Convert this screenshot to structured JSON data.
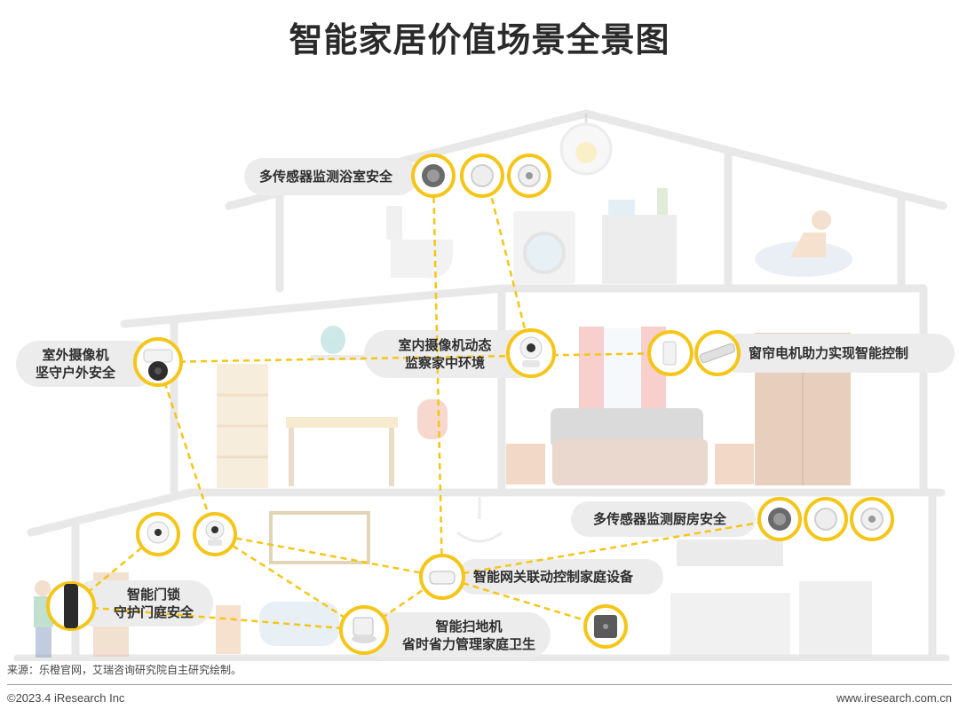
{
  "title": "智能家居价值场景全景图",
  "devices": {
    "bathroom_sensors": "多传感器监测浴室安全",
    "outdoor_camera": [
      "室外摄像机",
      "坚守户外安全"
    ],
    "indoor_camera": [
      "室内摄像机动态",
      "监察家中环境"
    ],
    "curtain_motor": "窗帘电机助力实现智能控制",
    "kitchen_sensors": "多传感器监测厨房安全",
    "gateway": "智能网关联动控制家庭设备",
    "door_lock": [
      "智能门锁",
      "守护门庭安全"
    ],
    "robot_vacuum": [
      "智能扫地机",
      "省时省力管理家庭卫生"
    ]
  },
  "colors": {
    "accent": "#f5c518",
    "house_line": "#e6e6e6",
    "pill": "#ececec"
  },
  "footer": {
    "source": "来源：乐橙官网，艾瑞咨询研究院自主研究绘制。",
    "copyright": "©2023.4 iResearch Inc",
    "website": "www.iresearch.com.cn"
  }
}
